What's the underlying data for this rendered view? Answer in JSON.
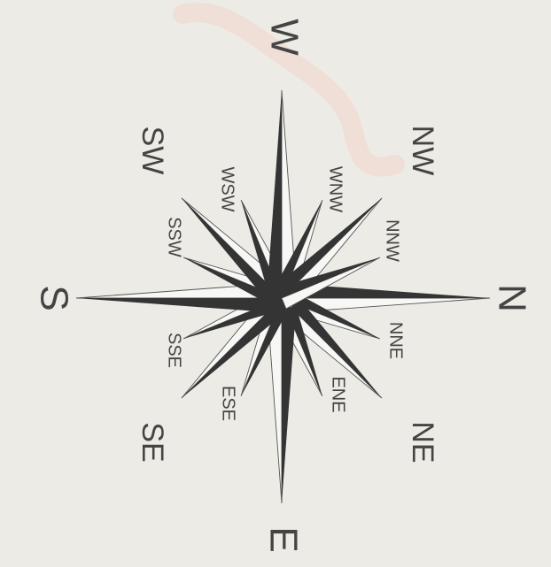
{
  "compass": {
    "labels": {
      "N": "N",
      "S": "S",
      "E": "E",
      "W": "W",
      "NE": "NE",
      "NW": "NW",
      "SE": "SE",
      "SW": "SW",
      "NNE": "NNE",
      "ENE": "ENE",
      "ESE": "ESE",
      "SSE": "SSE",
      "SSW": "SSW",
      "WSW": "WSW",
      "WNW": "WNW",
      "NNW": "NNW"
    }
  },
  "colors": {
    "background": "#ecebe6",
    "ink": "#343434",
    "watermark": "#f2d9cf"
  }
}
